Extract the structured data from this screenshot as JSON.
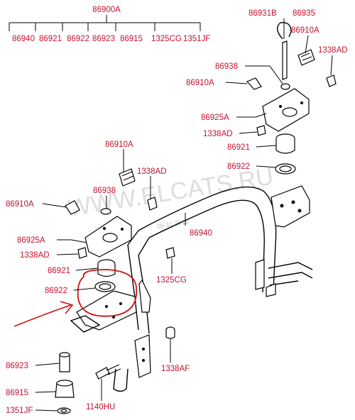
{
  "tree": {
    "root": "86900A",
    "children": [
      "86940",
      "86921",
      "86922",
      "86923",
      "86915",
      "1325CG",
      "1351JF"
    ]
  },
  "labels": {
    "l86931B": "86931B",
    "l86935": "86935",
    "l86910A_top": "86910A",
    "l1338AD_top": "1338AD",
    "l86938_top": "86938",
    "l86910A_right": "86910A",
    "l86925A_right": "86925A",
    "l1338AD_right": "1338AD",
    "l86921_right": "86921",
    "l86922_right": "86922",
    "l86910A_mid": "86910A",
    "l1338AD_mid": "1338AD",
    "l86938_mid": "86938",
    "l86910A_left": "86910A",
    "l86940": "86940",
    "l86925A_left": "86925A",
    "l1338AD_left": "1338AD",
    "l86921_left": "86921",
    "l1325CG": "1325CG",
    "l86922_left": "86922",
    "l86923": "86923",
    "l1338AF": "1338AF",
    "l86915": "86915",
    "l1140HU": "1140HU",
    "l1351JF": "1351JF"
  },
  "watermark": {
    "site": "WWW.ELCATS.RU",
    "date": "05.11.2013"
  },
  "colors": {
    "label": "#c8102e",
    "highlight": "#d01010",
    "line": "#000000"
  }
}
